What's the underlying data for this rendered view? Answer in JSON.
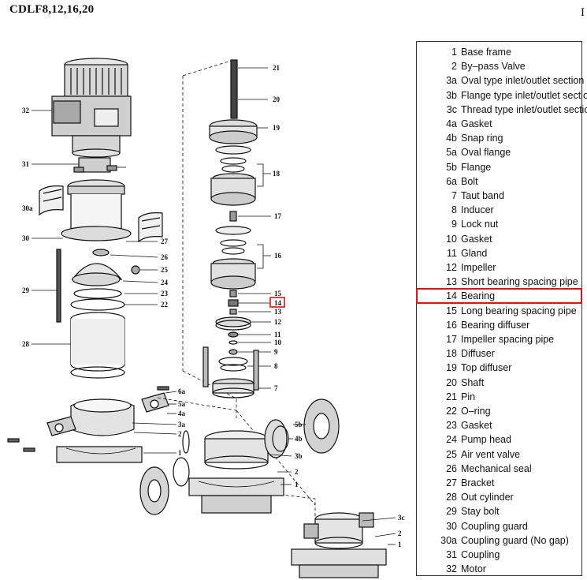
{
  "title": "CDLF8,12,16,20",
  "corner_mark": "I",
  "legend": [
    {
      "num": "1",
      "label": "Base frame"
    },
    {
      "num": "2",
      "label": "By–pass Valve"
    },
    {
      "num": "3a",
      "label": "Oval type inlet/outlet section"
    },
    {
      "num": "3b",
      "label": "Flange type inlet/outlet section"
    },
    {
      "num": "3c",
      "label": "Thread type inlet/outlet section"
    },
    {
      "num": "4a",
      "label": "Gasket"
    },
    {
      "num": "4b",
      "label": "Snap ring"
    },
    {
      "num": "5a",
      "label": "Oval flange"
    },
    {
      "num": "5b",
      "label": "Flange"
    },
    {
      "num": "6a",
      "label": "Bolt"
    },
    {
      "num": "7",
      "label": "Taut band"
    },
    {
      "num": "8",
      "label": "Inducer"
    },
    {
      "num": "9",
      "label": "Lock nut"
    },
    {
      "num": "10",
      "label": "Gasket"
    },
    {
      "num": "11",
      "label": "Gland"
    },
    {
      "num": "12",
      "label": "Impeller"
    },
    {
      "num": "13",
      "label": "Short bearing spacing pipe"
    },
    {
      "num": "14",
      "label": "Bearing"
    },
    {
      "num": "15",
      "label": "Long bearing spacing pipe"
    },
    {
      "num": "16",
      "label": "Bearing diffuser"
    },
    {
      "num": "17",
      "label": "Impeller spacing pipe"
    },
    {
      "num": "18",
      "label": "Diffuser"
    },
    {
      "num": "19",
      "label": "Top diffuser"
    },
    {
      "num": "20",
      "label": "Shaft"
    },
    {
      "num": "21",
      "label": "Pin"
    },
    {
      "num": "22",
      "label": "O–ring"
    },
    {
      "num": "23",
      "label": "Gasket"
    },
    {
      "num": "24",
      "label": "Pump head"
    },
    {
      "num": "25",
      "label": "Air vent valve"
    },
    {
      "num": "26",
      "label": "Mechanical seal"
    },
    {
      "num": "27",
      "label": "Bracket"
    },
    {
      "num": "28",
      "label": "Out cylinder"
    },
    {
      "num": "29",
      "label": "Stay bolt"
    },
    {
      "num": "30",
      "label": "Coupling guard"
    },
    {
      "num": "30a",
      "label": "Coupling guard (No gap)"
    },
    {
      "num": "31",
      "label": "Coupling"
    },
    {
      "num": "32",
      "label": "Motor"
    }
  ],
  "highlighted_num": "14",
  "highlight_color": "#d9121b",
  "callouts": [
    "21",
    "20",
    "19",
    "18",
    "17",
    "16",
    "15",
    "14",
    "13",
    "12",
    "11",
    "10",
    "9",
    "8",
    "7",
    "32",
    "31",
    "30a",
    "30",
    "27",
    "26",
    "25",
    "24",
    "23",
    "22",
    "29",
    "28",
    "6a",
    "5a",
    "4a",
    "3a",
    "2",
    "1",
    "5b",
    "4b",
    "3b",
    "2",
    "1",
    "3c",
    "2",
    "1"
  ]
}
